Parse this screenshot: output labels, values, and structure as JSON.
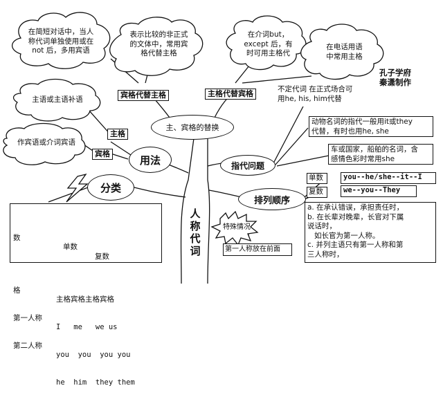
{
  "clouds": {
    "c1": "在简短对话中，当人\n称代词单独使用或在\nnot 后，多用宾语",
    "c2": "表示比较的非正式\n的文体中，常用宾\n格代替主格",
    "c3": "在介词but，\nexcept 后，有\n时可用主格代",
    "c4": "在电话用语\n中常用主格",
    "c5": "主语或主语补语",
    "c6": "作宾语或介词宾语"
  },
  "labels": {
    "obj_for_subj": "宾格代替主格",
    "subj_for_obj": "主格代替宾格",
    "subject_case": "主格",
    "object_case": "宾格",
    "replacement": "主、宾格的替换",
    "usage": "用法",
    "classification": "分类",
    "reference": "指代问题",
    "order": "排列顺序",
    "special": "特殊情况",
    "first_person_front": "第一人称放在前面",
    "credit": "孔子学府\n秦潇制作",
    "trunk": "人\n称\n代\n词"
  },
  "notes": {
    "indefinite": "不定代词 在正式场合可\n用he, his, him代替",
    "animal": "动物名词的指代一般用it或they\n代替，有时也用he, she",
    "vehicle": "车或国家，船舶的名词，含\n感情色彩时常用she",
    "singular_label": "单数",
    "singular_seq": "you--he/she--it--I",
    "plural_label": "复数",
    "plural_seq": "we--you--They",
    "special_text": "a. 在承认错误，承担责任时，\nb. 在长辈对晚辈，长官对下属\n说话时，\n   如长官为第一人称。\nc. 并列主语只有第一人称和第\n三人称时，"
  },
  "table": {
    "header": [
      "数",
      "单数",
      "复数"
    ],
    "rows": [
      [
        "格",
        "主格宾格主格宾格"
      ],
      [
        "第一人称",
        "I   me   we us"
      ],
      [
        "第二人称",
        "you  you  you you"
      ],
      [
        "",
        "he  him  they them"
      ]
    ]
  }
}
